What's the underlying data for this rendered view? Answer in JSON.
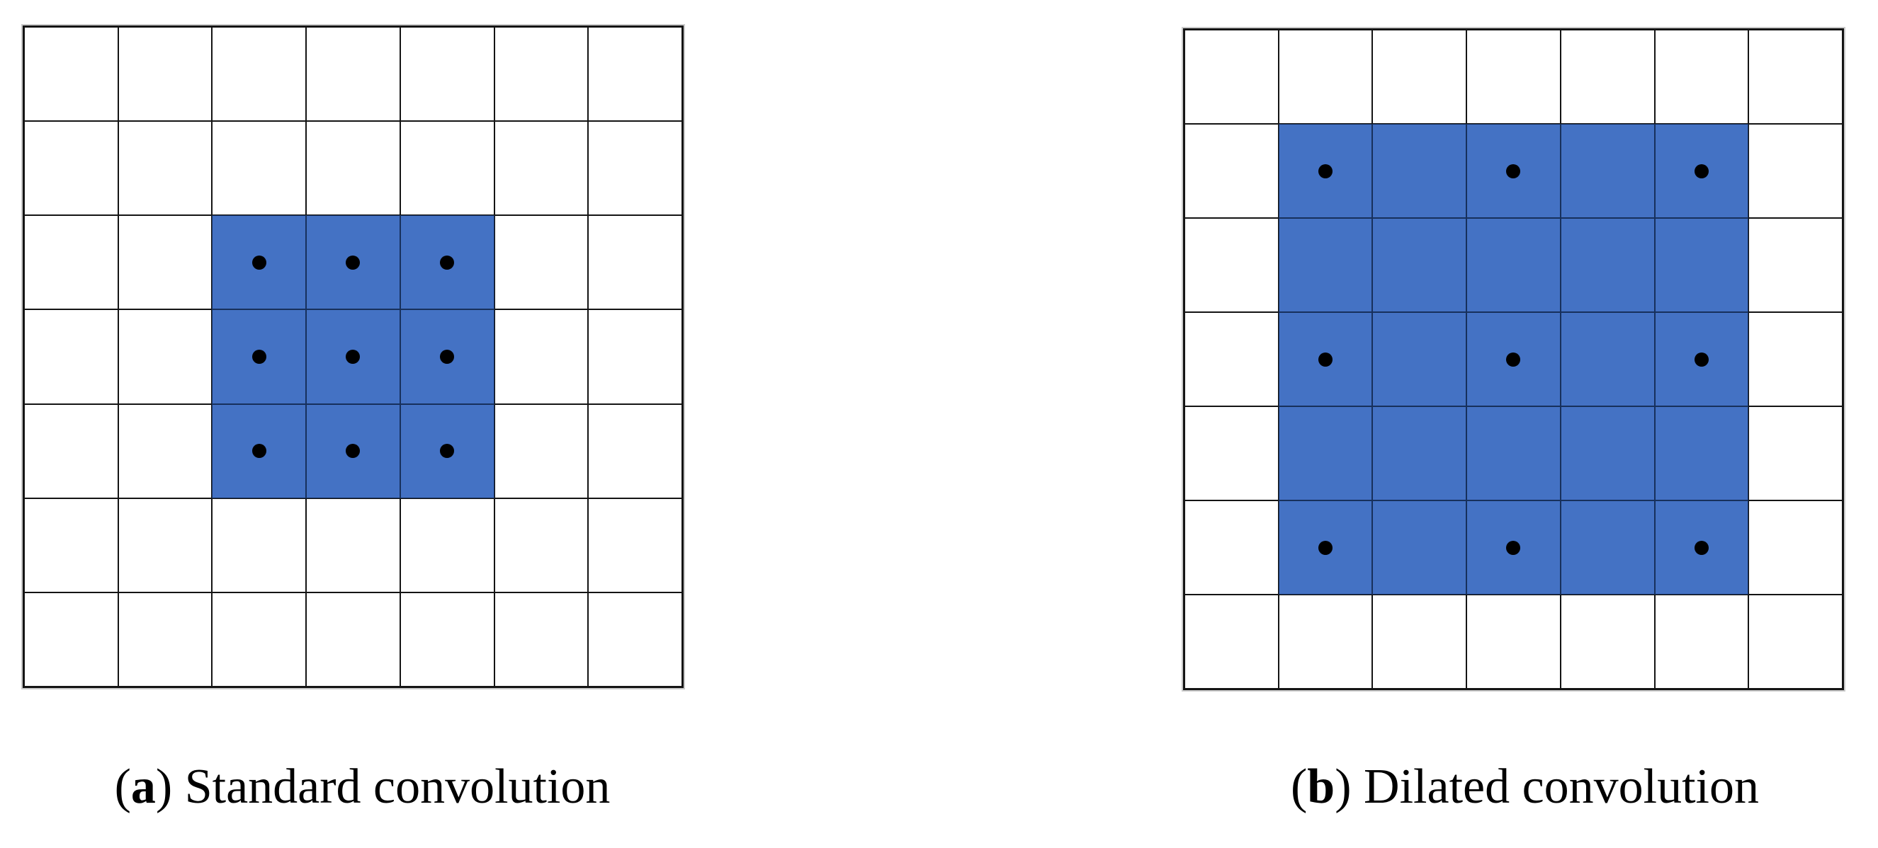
{
  "colors": {
    "background": "#FFFFFF",
    "grid_line": "#141414",
    "highlight_fill": "#4472C4",
    "highlight_border": "#17305C",
    "dot": "#000000"
  },
  "panels": [
    {
      "label_open": "(",
      "label_letter": "a",
      "label_close": ") ",
      "caption": "Standard convolution",
      "grid": {
        "rows": 7,
        "cols": 7
      },
      "highlighted_cells": [
        [
          2,
          2
        ],
        [
          2,
          3
        ],
        [
          2,
          4
        ],
        [
          3,
          2
        ],
        [
          3,
          3
        ],
        [
          3,
          4
        ],
        [
          4,
          2
        ],
        [
          4,
          3
        ],
        [
          4,
          4
        ]
      ],
      "dot_cells": [
        [
          2,
          2
        ],
        [
          2,
          3
        ],
        [
          2,
          4
        ],
        [
          3,
          2
        ],
        [
          3,
          3
        ],
        [
          3,
          4
        ],
        [
          4,
          2
        ],
        [
          4,
          3
        ],
        [
          4,
          4
        ]
      ]
    },
    {
      "label_open": "(",
      "label_letter": "b",
      "label_close": ") ",
      "caption": "Dilated convolution",
      "grid": {
        "rows": 7,
        "cols": 7
      },
      "highlighted_cells": [
        [
          1,
          1
        ],
        [
          1,
          2
        ],
        [
          1,
          3
        ],
        [
          1,
          4
        ],
        [
          1,
          5
        ],
        [
          2,
          1
        ],
        [
          2,
          2
        ],
        [
          2,
          3
        ],
        [
          2,
          4
        ],
        [
          2,
          5
        ],
        [
          3,
          1
        ],
        [
          3,
          2
        ],
        [
          3,
          3
        ],
        [
          3,
          4
        ],
        [
          3,
          5
        ],
        [
          4,
          1
        ],
        [
          4,
          2
        ],
        [
          4,
          3
        ],
        [
          4,
          4
        ],
        [
          4,
          5
        ],
        [
          5,
          1
        ],
        [
          5,
          2
        ],
        [
          5,
          3
        ],
        [
          5,
          4
        ],
        [
          5,
          5
        ]
      ],
      "dot_cells": [
        [
          1,
          1
        ],
        [
          1,
          3
        ],
        [
          1,
          5
        ],
        [
          3,
          1
        ],
        [
          3,
          3
        ],
        [
          3,
          5
        ],
        [
          5,
          1
        ],
        [
          5,
          3
        ],
        [
          5,
          5
        ]
      ]
    }
  ]
}
